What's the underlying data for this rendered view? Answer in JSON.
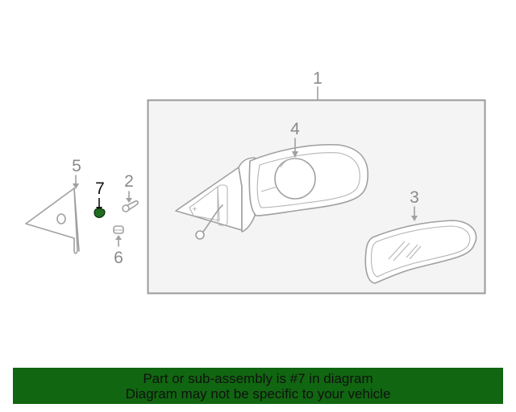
{
  "diagram": {
    "title": "Outside mirror assembly parts diagram",
    "callouts": [
      {
        "id": "1",
        "label": "1",
        "part": "mirror-assembly"
      },
      {
        "id": "2",
        "label": "2",
        "part": "screw"
      },
      {
        "id": "3",
        "label": "3",
        "part": "mirror-glass"
      },
      {
        "id": "4",
        "label": "4",
        "part": "mirror-motor"
      },
      {
        "id": "5",
        "label": "5",
        "part": "corner-cover"
      },
      {
        "id": "6",
        "label": "6",
        "part": "clip"
      },
      {
        "id": "7",
        "label": "7",
        "part": "grommet",
        "highlighted": true
      }
    ],
    "highlight_color": "#1f6b1f",
    "assembly_box_fill": "#f4f4f4"
  },
  "banner": {
    "line1": "Part or sub-assembly is #7 in diagram",
    "line2": "Diagram may not be specific to your vehicle",
    "background": "#116611"
  }
}
